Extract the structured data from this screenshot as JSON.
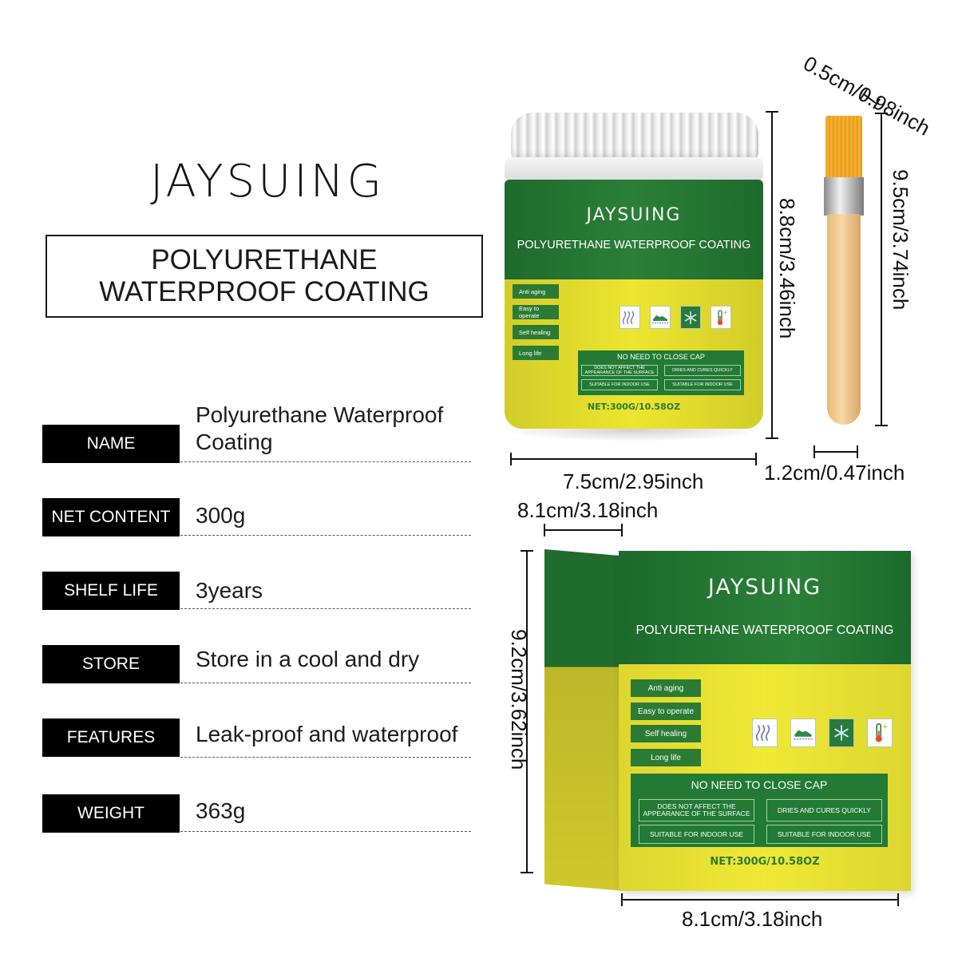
{
  "brand": "JAYSUING",
  "title": {
    "line1": "POLYURETHANE",
    "line2": "WATERPROOF COATING"
  },
  "specs": [
    {
      "label": "NAME",
      "value_line1": "Polyurethane Waterproof",
      "value_line2": "Coating"
    },
    {
      "label": "NET  CONTENT",
      "value": "300g"
    },
    {
      "label": "SHELF LIFE",
      "value": "3years"
    },
    {
      "label": "STORE",
      "value": "Store in a cool and dry"
    },
    {
      "label": "FEATURES",
      "value": "Leak-proof and waterproof"
    },
    {
      "label": "WEIGHT",
      "value": "363g"
    }
  ],
  "package": {
    "brand": "JAYSUING",
    "product": "POLYURETHANE WATERPROOF COATING",
    "tags": [
      "Anti aging",
      "Easy to operate",
      "Self healing",
      "Long life"
    ],
    "cap_notice": "NO NEED TO CLOSE CAP",
    "cells": [
      "DOES NOT AFFECT THE APPEARANCE OF THE SURFACE",
      "DRIES AND CURES QUICKLY",
      "SUITABLE FOR INDOOR USE",
      "SUITABLE FOR INDOOR USE"
    ],
    "net": "NET:300G/10.58OZ"
  },
  "dimensions": {
    "jar_height": "8.8cm/3.46inch",
    "jar_width": "7.5cm/2.95inch",
    "brush_bristle_width": "0.5cm/0.98inch",
    "brush_length": "9.5cm/3.74inch",
    "brush_handle_width": "1.2cm/0.47inch",
    "box_depth": "8.1cm/3.18inch",
    "box_height": "9.2cm/3.62inch",
    "box_width": "8.1cm/3.18inch"
  },
  "colors": {
    "green": "#227a35",
    "yellow": "#ece62f",
    "label_bg": "#000000",
    "bristle": "#f0a21a",
    "handle": "#f8d9a6"
  }
}
